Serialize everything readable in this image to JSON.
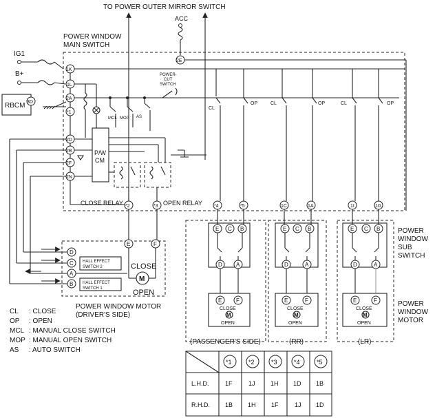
{
  "labels": {
    "top_title": "TO POWER OUTER MIRROR SWITCH",
    "acc": "ACC",
    "main_switch_1": "POWER WINDOW",
    "main_switch_2": "MAIN SWITCH",
    "ig1": "IG1",
    "bplus": "B+",
    "rbcm": "RBCM",
    "power_cut_1": "POWER-",
    "power_cut_2": "CUT",
    "power_cut_3": "SWITCH",
    "mcl": "MCL",
    "mop": "MOP",
    "as": "AS",
    "pw_cm_1": "P/W",
    "pw_cm_2": "CM",
    "close_relay": "CLOSE RELAY",
    "open_relay": "OPEN RELAY",
    "cl": "CL",
    "op": "OP",
    "hall2_1": "HALL EFFECT",
    "hall2_2": "SWITCH 2",
    "hall1_1": "HALL EFFECT",
    "hall1_2": "SWITCH 1",
    "motor_m": "M",
    "close": "CLOSE",
    "open": "OPEN",
    "motor_driver_1": "POWER WINDOW MOTOR",
    "motor_driver_2": "(DRIVER'S SIDE)",
    "sub_switch_1": "POWER",
    "sub_switch_2": "WINDOW",
    "sub_switch_3": "SUB",
    "sub_switch_4": "SWITCH",
    "pw_motor_1": "POWER",
    "pw_motor_2": "WINDOW",
    "pw_motor_3": "MOTOR",
    "passenger": "(PASSENGER'S SIDE)",
    "rr": "(RR)",
    "lr": "(LR)"
  },
  "terminals": {
    "t2E": "2E",
    "t1K": "1K",
    "t1L": "1L",
    "t2A": "2A",
    "t3D": "3D",
    "t_s1": "*1",
    "t2D": "2D",
    "t2B": "2B",
    "t2F": "2F",
    "t2N": "2N",
    "t_s2": "*2",
    "t_s3": "*3",
    "t_s4": "*4",
    "t_s5": "*5",
    "t1C": "1C",
    "t1A": "1A",
    "t1I": "1I",
    "t1G": "1G",
    "D": "D",
    "C": "C",
    "A": "A",
    "B": "B",
    "E": "E",
    "F": "F"
  },
  "legend": [
    {
      "abbr": "CL",
      "desc": ": CLOSE"
    },
    {
      "abbr": "OP",
      "desc": ": OPEN"
    },
    {
      "abbr": "MCL",
      "desc": ": MANUAL CLOSE SWITCH"
    },
    {
      "abbr": "MOP",
      "desc": ": MANUAL OPEN SWITCH"
    },
    {
      "abbr": "AS",
      "desc": ": AUTO SWITCH"
    }
  ],
  "table": {
    "headers": [
      "*1",
      "*2",
      "*3",
      "*4",
      "*5"
    ],
    "rows": [
      {
        "label": "L.H.D.",
        "values": [
          "1F",
          "1J",
          "1H",
          "1D",
          "1B"
        ]
      },
      {
        "label": "R.H.D.",
        "values": [
          "1B",
          "1H",
          "1F",
          "1J",
          "1D"
        ]
      }
    ]
  }
}
